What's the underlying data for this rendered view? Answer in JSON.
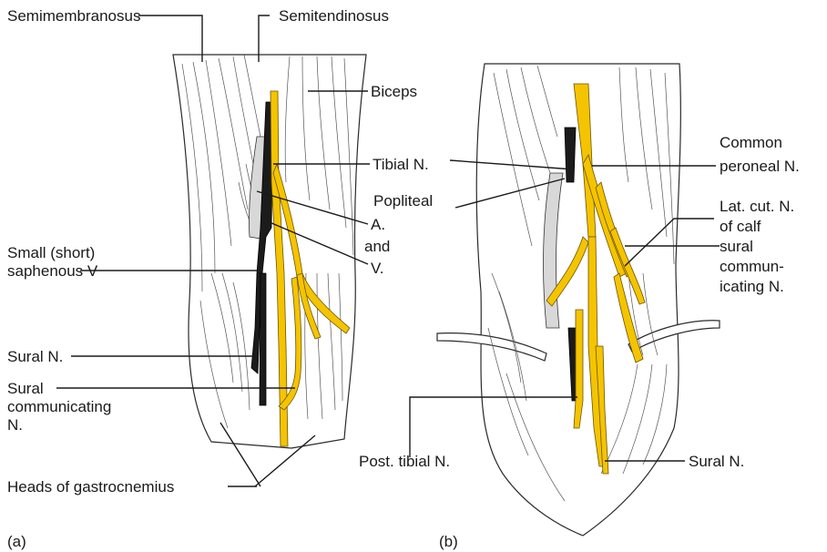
{
  "panel_a": {
    "label": "(a)",
    "labels": {
      "semimembranosus": "Semimembranosus",
      "semitendinosus": "Semitendinosus",
      "biceps": "Biceps",
      "tibial": "Tibial N.",
      "popliteal_a": "A.",
      "popliteal_and": "and",
      "popliteal_v": "V.",
      "small_saph_1": "Small (short)",
      "small_saph_2": "saphenous V",
      "sural_n": "Sural N.",
      "sural_comm_1": "Sural",
      "sural_comm_2": "communicating",
      "sural_comm_3": "N.",
      "gastrocnemius": "Heads of gastrocnemius"
    }
  },
  "panel_b": {
    "label": "(b)",
    "labels": {
      "popliteal": "Popliteal",
      "common_peroneal_1": "Common",
      "common_peroneal_2": "peroneal N.",
      "lat_cut_1": "Lat. cut. N.",
      "lat_cut_2": "of calf",
      "sural_comm_1": "sural",
      "sural_comm_2": "commun-",
      "sural_comm_3": "icating N.",
      "post_tibial": "Post. tibial N.",
      "sural_n": "Sural N."
    }
  },
  "colors": {
    "nerve": "#f5c400",
    "vein": "#1b1b1b",
    "outline": "#1a1a1a"
  }
}
